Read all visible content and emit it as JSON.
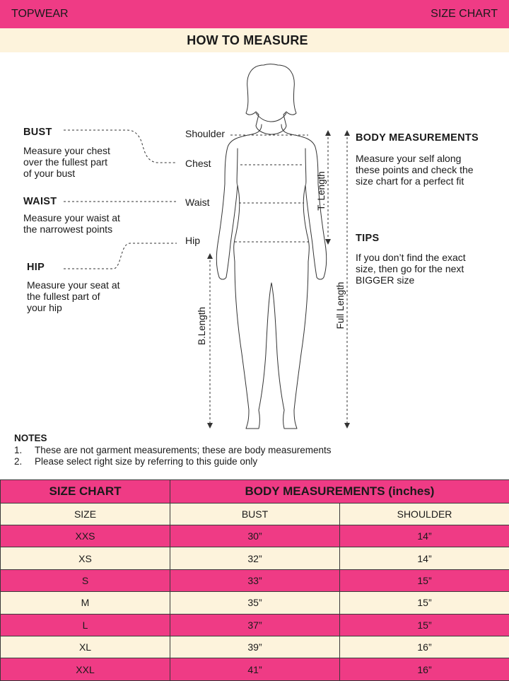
{
  "header": {
    "left": "TOPWEAR",
    "right": "SIZE CHART"
  },
  "howto_title": "HOW TO MEASURE",
  "figure_labels": {
    "shoulder": "Shoulder",
    "chest": "Chest",
    "waist": "Waist",
    "hip": "Hip",
    "t_length": "T. Length",
    "full_length": "Full Length",
    "b_length": "B.Length"
  },
  "bust": {
    "title": "BUST",
    "desc": [
      "Measure your chest",
      "over the fullest part",
      "of your bust"
    ]
  },
  "waist": {
    "title": "WAIST",
    "desc": [
      "Measure your waist at",
      "the narrowest points"
    ]
  },
  "hip": {
    "title": "HIP",
    "desc": [
      "Measure your seat at",
      "the fullest part of",
      "your hip"
    ]
  },
  "body_measurements": {
    "title": "BODY MEASUREMENTS",
    "desc": [
      "Measure your self along",
      "these points and check the",
      "size chart for a perfect fit"
    ]
  },
  "tips": {
    "title": "TIPS",
    "desc": [
      "If you don’t find the exact",
      "size, then go for the next",
      "BIGGER size"
    ]
  },
  "notes": {
    "title": "NOTES",
    "items": [
      {
        "num": "1.",
        "text": "These are not garment measurements; these are body measurements"
      },
      {
        "num": "2.",
        "text": "Please select right size by referring to this guide only"
      }
    ]
  },
  "size_table": {
    "title": "SIZE CHART",
    "group_title": "BODY MEASUREMENTS (inches)",
    "columns": [
      "SIZE",
      "BUST",
      "SHOULDER"
    ],
    "rows": [
      [
        "XXS",
        "30”",
        "14”"
      ],
      [
        "XS",
        "32”",
        "14”"
      ],
      [
        "S",
        "33”",
        "15”"
      ],
      [
        "M",
        "35”",
        "15”"
      ],
      [
        "L",
        "37”",
        "15”"
      ],
      [
        "XL",
        "39”",
        "16”"
      ],
      [
        "XXL",
        "41”",
        "16”"
      ]
    ]
  },
  "colors": {
    "pink": "#ef3b85",
    "cream": "#fdf3dc"
  }
}
